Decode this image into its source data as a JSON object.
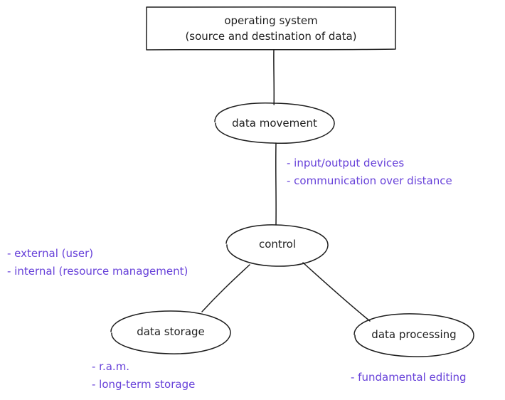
{
  "colors": {
    "stroke": "#1e1e1e",
    "annotation": "#6741d9",
    "background": "#ffffff"
  },
  "nodes": {
    "os": {
      "line1": "operating system",
      "line2": "(source and destination of data)"
    },
    "data_movement": "data movement",
    "control": "control",
    "data_storage": "data storage",
    "data_processing": "data processing"
  },
  "notes": {
    "data_movement": [
      "- input/output devices",
      "- communication over distance"
    ],
    "control": [
      "- external (user)",
      "- internal (resource management)"
    ],
    "data_storage": [
      "- r.a.m.",
      "- long-term storage"
    ],
    "data_processing": [
      "- fundamental editing"
    ]
  }
}
